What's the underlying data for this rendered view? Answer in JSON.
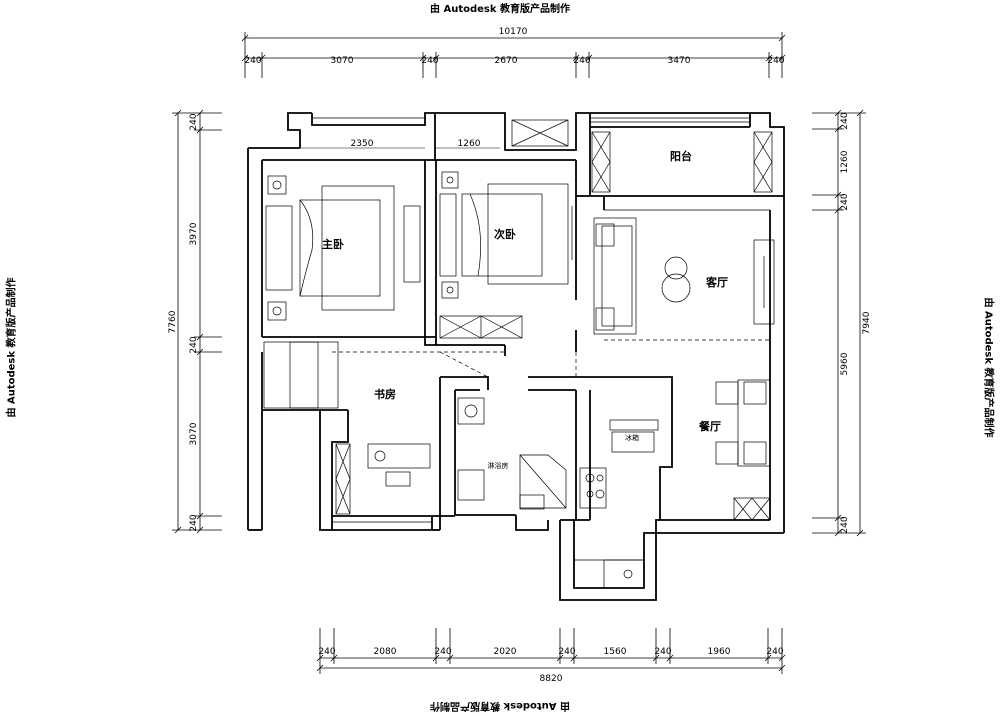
{
  "watermark": {
    "top": "由 Autodesk 教育版产品制作",
    "bottom": "由 Autodesk 教育版产品制作",
    "left": "由 Autodesk 教育版产品制作",
    "right": "由 Autodesk 教育版产品制作"
  },
  "rooms": {
    "balcony": "阳台",
    "master_bedroom": "主卧",
    "second_bedroom": "次卧",
    "living_room": "客厅",
    "study": "书房",
    "dining": "餐厅",
    "bathroom": "淋浴房",
    "fridge": "冰箱"
  },
  "dimensions": {
    "top": {
      "total": "10170",
      "segments": [
        "240",
        "3070",
        "240",
        "2670",
        "240",
        "3470",
        "240"
      ]
    },
    "bottom": {
      "total": "8820",
      "segments": [
        "240",
        "2080",
        "240",
        "2020",
        "240",
        "1560",
        "240",
        "1960",
        "240"
      ]
    },
    "left": {
      "total": "7760",
      "segments": [
        "240",
        "3970",
        "240",
        "3070",
        "240"
      ]
    },
    "right": {
      "total": "7940",
      "segments": [
        "240",
        "1260",
        "240",
        "5960",
        "240"
      ]
    },
    "inner": {
      "master_width": "2350",
      "second_width": "1260"
    }
  }
}
